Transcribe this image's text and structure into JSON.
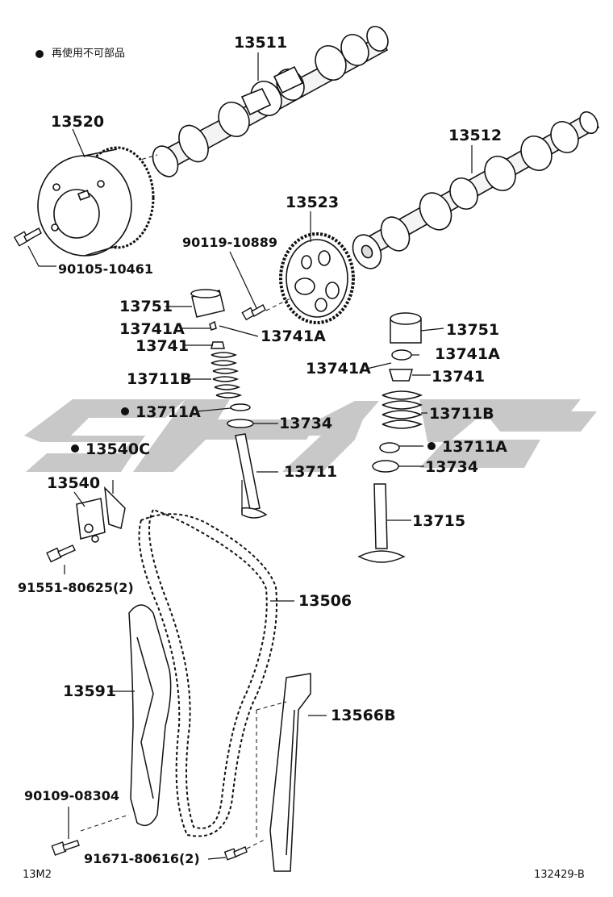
{
  "legend_note": "再使用不可部品",
  "labels": {
    "p13511": "13511",
    "p13520": "13520",
    "p13512": "13512",
    "p13523": "13523",
    "bolt_90119": "90119-10889",
    "bolt_90105": "90105-10461",
    "l13751": "13751",
    "l13741A_a": "13741A",
    "l13741A_b": "13741A",
    "l13741": "13741",
    "l13711B": "13711B",
    "l13711A": "13711A",
    "l13734": "13734",
    "l13711": "13711",
    "r13751": "13751",
    "r13741A_a": "13741A",
    "r13741A_b": "13741A",
    "r13741": "13741",
    "r13711B": "13711B",
    "r13711A": "13711A",
    "r13734": "13734",
    "r13715": "13715",
    "p13540C": "13540C",
    "p13540": "13540",
    "bolt_91551": "91551-80625(2)",
    "p13506": "13506",
    "p13591": "13591",
    "p13566B": "13566B",
    "bolt_90109": "90109-08304",
    "bolt_91671": "91671-80616(2)"
  },
  "footer": {
    "left": "13M2",
    "right": "132429-B"
  }
}
